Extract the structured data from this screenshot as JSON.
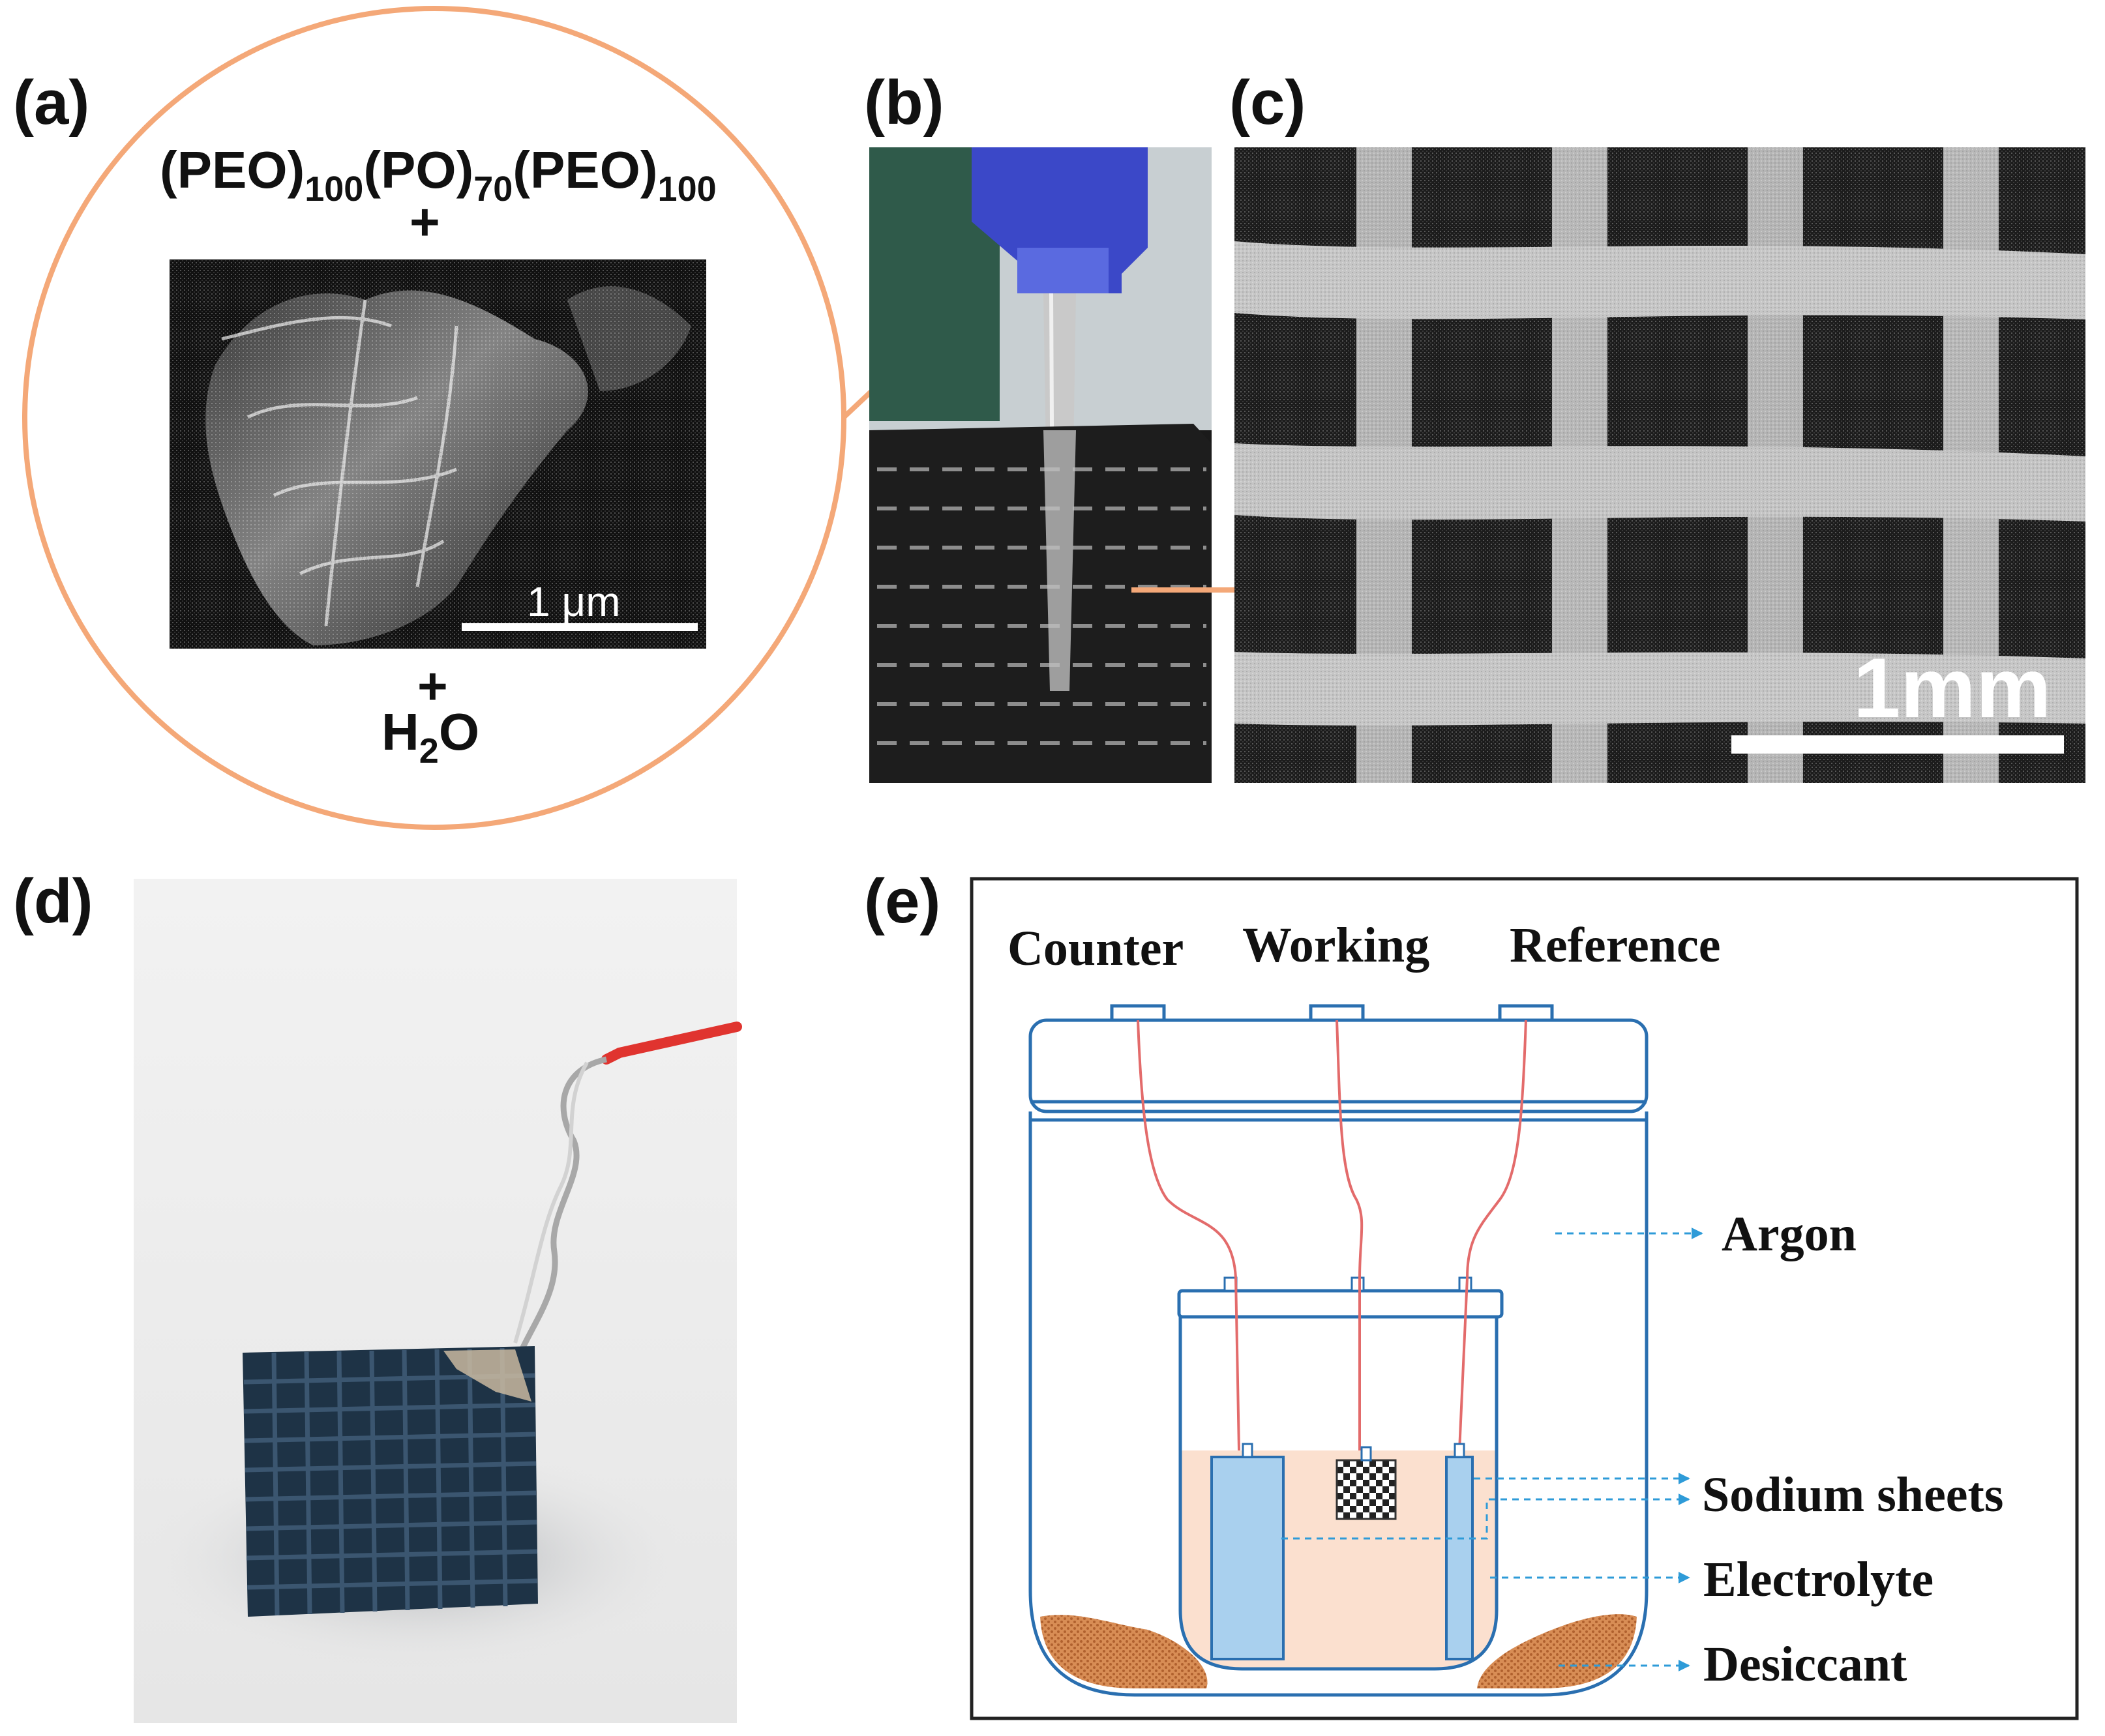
{
  "panels": {
    "a": {
      "label": "(a)",
      "formula": {
        "p1": "(PEO)",
        "s1": "100",
        "p2": "(PO)",
        "s2": "70",
        "p3": "(PEO)",
        "s3": "100"
      },
      "plus_top": "+",
      "plus_bottom": "+",
      "water": {
        "h": "H",
        "sub": "2",
        "o": "O"
      },
      "scale_bar": "1 μm"
    },
    "b": {
      "label": "(b)"
    },
    "c": {
      "label": "(c)",
      "scale_bar": "1mm"
    },
    "d": {
      "label": "(d)"
    },
    "e": {
      "label": "(e)",
      "electrodes": [
        "Counter",
        "Working",
        "Reference"
      ],
      "callouts": {
        "argon": "Argon",
        "sodium": "Sodium sheets",
        "electrolyte": "Electrolyte",
        "desiccant": "Desiccant"
      }
    }
  },
  "colors": {
    "accent_orange": "#f4a878",
    "diagram_blue": "#2a6fb0",
    "electrode_fill": "#a9d0ee",
    "electrolyte_fill": "#fbe0cf",
    "wire_red": "#e36b6b",
    "desiccant": "#c9793f",
    "callout_arrow": "#2e9bd8"
  }
}
